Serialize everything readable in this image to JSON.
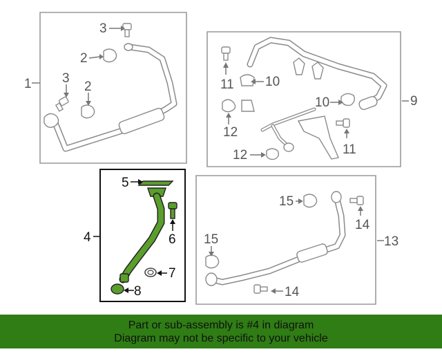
{
  "diagram": {
    "callouts": {
      "c1": "1",
      "c2a": "2",
      "c2b": "2",
      "c3a": "3",
      "c3b": "3",
      "c4": "4",
      "c5": "5",
      "c6": "6",
      "c7": "7",
      "c8": "8",
      "c9": "9",
      "c10a": "10",
      "c10b": "10",
      "c11a": "11",
      "c11b": "11",
      "c12a": "12",
      "c12b": "12",
      "c13": "13",
      "c14a": "14",
      "c14b": "14",
      "c15a": "15",
      "c15b": "15"
    },
    "highlight_color": "#5a9e2c"
  },
  "banner": {
    "line1": "Part or sub-assembly is #4 in diagram",
    "line2": "Diagram may not be specific to your vehicle",
    "background": "#2f7d14"
  }
}
